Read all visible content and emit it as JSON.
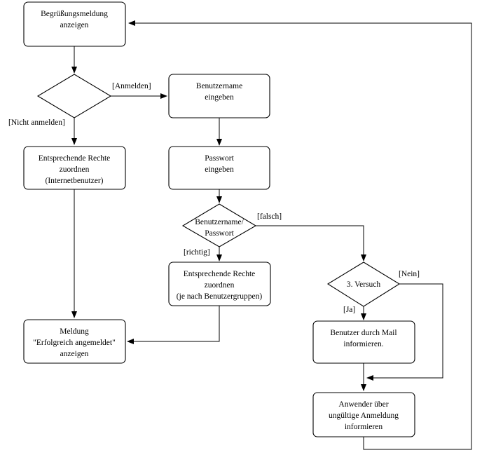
{
  "nodes": {
    "greeting": {
      "line1": "Begrüßungsmeldung",
      "line2": "anzeigen"
    },
    "decision_login": {},
    "enter_username": {
      "line1": "Benutzername",
      "line2": "eingeben"
    },
    "enter_password": {
      "line1": "Passwort",
      "line2": "eingeben"
    },
    "rights_internet": {
      "line1": "Entsprechende Rechte",
      "line2": "zuordnen",
      "line3": "(Internetbenutzer)"
    },
    "check_credentials": {
      "line1": "Benutzername/",
      "line2": "Passwort"
    },
    "rights_groups": {
      "line1": "Entsprechende Rechte",
      "line2": "zuordnen",
      "line3": "(je nach Benutzergruppen)"
    },
    "third_attempt": {
      "line1": "3. Versuch"
    },
    "success_message": {
      "line1": "Meldung",
      "line2": "\"Erfolgreich angemeldet\"",
      "line3": "anzeigen"
    },
    "notify_mail": {
      "line1": "Benutzer durch Mail",
      "line2": "informieren."
    },
    "notify_invalid": {
      "line1": "Anwender über",
      "line2": "ungültige Anmeldung",
      "line3": "informieren"
    }
  },
  "edge_labels": {
    "login": "[Anmelden]",
    "no_login": "[Nicht anmelden]",
    "false": "[falsch]",
    "correct": "[richtig]",
    "no": "[Nein]",
    "yes": "[Ja]"
  }
}
